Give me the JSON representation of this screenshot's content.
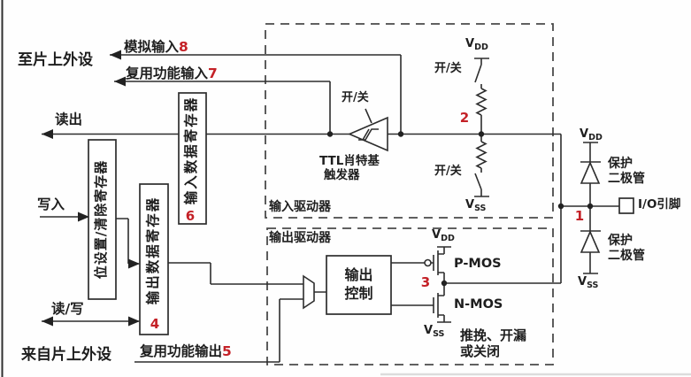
{
  "labels": {
    "to_peripherals": "至片上外设",
    "from_peripherals": "来自片上外设"
  },
  "signals": {
    "analog_input": {
      "text": "模拟输入",
      "num": "8"
    },
    "af_input": {
      "text": "复用功能输入",
      "num": "7"
    },
    "readout": "读出",
    "write": "写入",
    "read_write": "读/写",
    "af_output": {
      "text": "复用功能输出",
      "num": "5"
    }
  },
  "registers": {
    "bit_set_clear": {
      "text": "位设置/清除寄存器"
    },
    "output_data": {
      "text": "输出数据寄存器",
      "num": "4"
    },
    "input_data": {
      "text": "输入数据寄存器",
      "num": "6"
    }
  },
  "drivers": {
    "input": "输入驱动器",
    "output": "输出驱动器"
  },
  "schmitt": {
    "line1": "TTL肖特基",
    "line2": "触发器"
  },
  "switch_label": "开/关",
  "output_control": {
    "line1": "输出",
    "line2": "控制"
  },
  "transistors": {
    "pmos": "P-MOS",
    "nmos": "N-MOS"
  },
  "output_modes": {
    "line1": "推挽、开漏",
    "line2": "或关闭"
  },
  "protection_diode": {
    "line1": "保护",
    "line2": "二极管"
  },
  "io_pin": "I/O引脚",
  "power": {
    "vdd": {
      "main": "V",
      "sub": "DD"
    },
    "vss": {
      "main": "V",
      "sub": "SS"
    }
  },
  "markers": {
    "pad": "1",
    "pull": "2",
    "mos": "3"
  },
  "colors": {
    "marker_red": "#c42127",
    "wire": "#2d2d2d",
    "dashed_box": "#4a4a4a"
  }
}
